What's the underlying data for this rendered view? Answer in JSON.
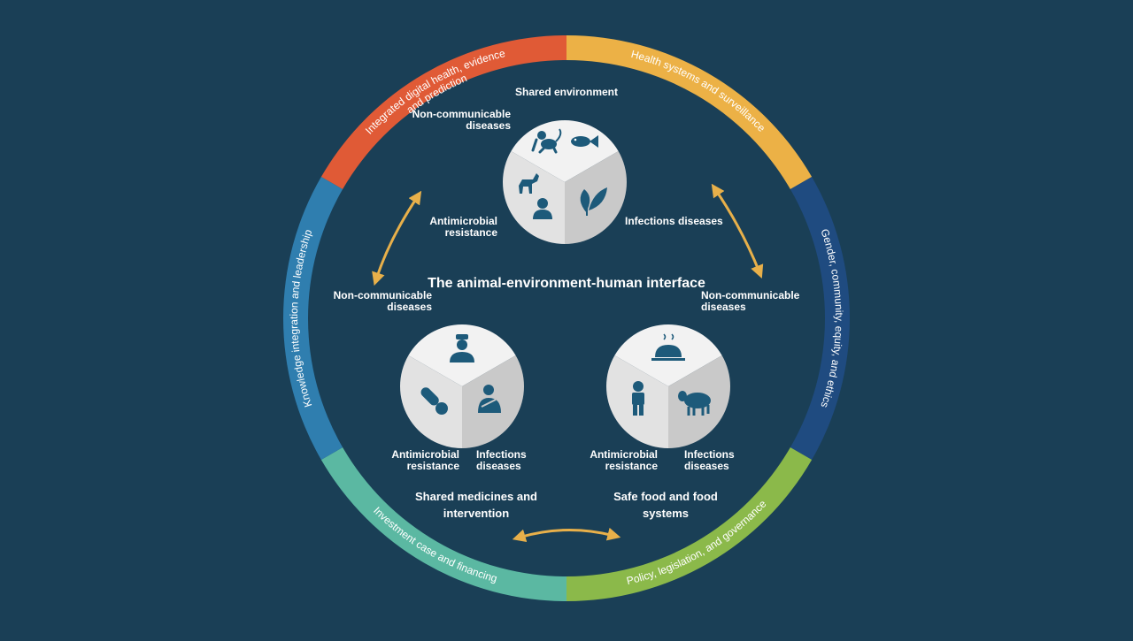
{
  "title": "The animal-environment-human interface",
  "colors": {
    "background": "#1a3f56",
    "ring_red": "#e05a36",
    "ring_yellow": "#ecb146",
    "ring_navy": "#1f4b80",
    "ring_green": "#8bb94a",
    "ring_teal": "#5bb8a2",
    "ring_blue": "#2f7eaf",
    "arrow": "#e8b04a",
    "icon": "#1d5a7a",
    "face_top": "#f2f2f2",
    "face_left": "#e2e2e2",
    "face_right": "#c9c9c9"
  },
  "ring_segments": [
    {
      "label": "Integrated digital health, evidence and prediction",
      "lines": [
        "Integrated digital health, evidence",
        "and prediction"
      ],
      "color": "#e05a36"
    },
    {
      "label": "Health systems and surveillance",
      "lines": [
        "Health systems and surveillance"
      ],
      "color": "#ecb146"
    },
    {
      "label": "Gender, community, equity, and ethics",
      "lines": [
        "Gender, community, equity, and ethics"
      ],
      "color": "#1f4b80"
    },
    {
      "label": "Policy, legislation, and governance",
      "lines": [
        "Policy, legislation, and governance"
      ],
      "color": "#8bb94a"
    },
    {
      "label": "Investment case and financing",
      "lines": [
        "Investment case and financing"
      ],
      "color": "#5bb8a2"
    },
    {
      "label": "Knowledge integration and leadership",
      "lines": [
        "Knowledge integration and leadership"
      ],
      "color": "#2f7eaf"
    }
  ],
  "clusters": [
    {
      "name": "Shared environment",
      "icons": [
        "monkey-icon",
        "fish-icon",
        "dog-icon",
        "person-icon",
        "leaf-icon"
      ],
      "labels": {
        "top_left": "Non-communicable diseases",
        "left": "Antimicrobial resistance",
        "right": "Infections diseases"
      }
    },
    {
      "name": "Shared medicines and intervention",
      "icons": [
        "doctor-icon",
        "pills-icon",
        "injured-patient-icon"
      ],
      "labels": {
        "left": "Antimicrobial resistance",
        "right": "Infections diseases"
      }
    },
    {
      "name": "Safe food and food systems",
      "icons": [
        "food-cloche-icon",
        "protective-suit-worker-icon",
        "sheep-icon"
      ],
      "labels": {
        "left": "Antimicrobial resistance",
        "right": "Infections diseases"
      }
    }
  ],
  "outer_labels": {
    "left": "Non-communicable diseases",
    "right": "Non-communicable diseases"
  }
}
